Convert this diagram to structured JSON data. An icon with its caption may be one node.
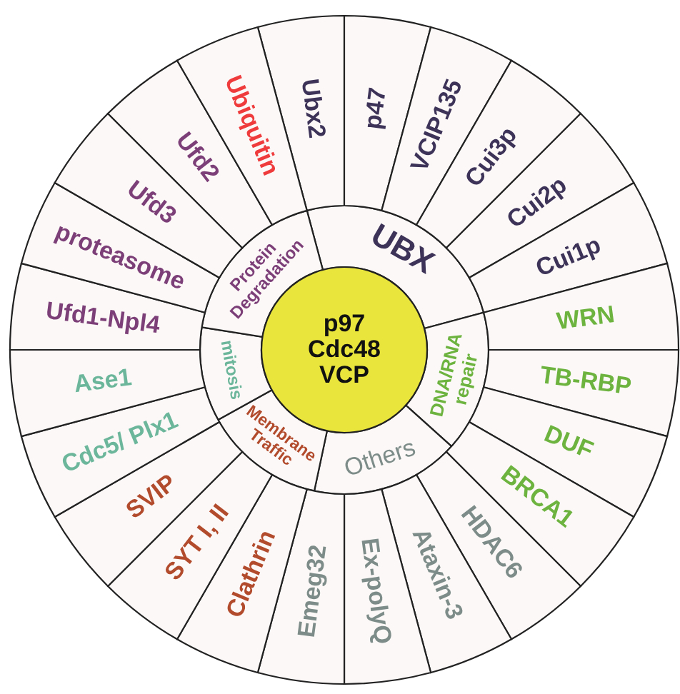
{
  "diagram": {
    "nodes": [
      {
        "text": [
          "p97",
          "Cdc48",
          "VCP"
        ]
      },
      {
        "text": [
          "UBX"
        ]
      },
      {
        "text": [
          "DNA/RNA repair"
        ]
      },
      {
        "text": [
          "Others"
        ]
      },
      {
        "text": [
          "Membrane Traffic"
        ]
      },
      {
        "text": [
          "mitosis"
        ]
      },
      {
        "text": [
          "Protein Degradation"
        ]
      },
      {
        "text": [
          "Ubx2"
        ]
      },
      {
        "text": [
          "p47"
        ]
      },
      {
        "text": [
          "VCIP135"
        ]
      },
      {
        "text": [
          "Cui3p"
        ]
      },
      {
        "text": [
          "Cui2p"
        ]
      },
      {
        "text": [
          "Cui1p"
        ]
      },
      {
        "text": [
          "WRN"
        ]
      },
      {
        "text": [
          "TB-RBP"
        ]
      },
      {
        "text": [
          "DUF"
        ]
      },
      {
        "text": [
          "BRCA1"
        ]
      },
      {
        "text": [
          "HDAC6"
        ]
      },
      {
        "text": [
          "Ataxin-3"
        ]
      },
      {
        "text": [
          "Ex-polyQ"
        ]
      },
      {
        "text": [
          "Emeg32"
        ]
      },
      {
        "text": [
          "Clathrin"
        ]
      },
      {
        "text": [
          "SYT I, II"
        ]
      },
      {
        "text": [
          "SVIP"
        ]
      },
      {
        "text": [
          "Cdc5/ Plx1"
        ]
      },
      {
        "text": [
          "Ase1"
        ]
      },
      {
        "text": [
          "Ufd1-Npl4"
        ]
      },
      {
        "text": [
          "proteasome"
        ]
      },
      {
        "text": [
          "Ufd3"
        ]
      },
      {
        "text": [
          "Ufd2"
        ]
      },
      {
        "text": [
          "Ubiquitin"
        ]
      }
    ]
  }
}
